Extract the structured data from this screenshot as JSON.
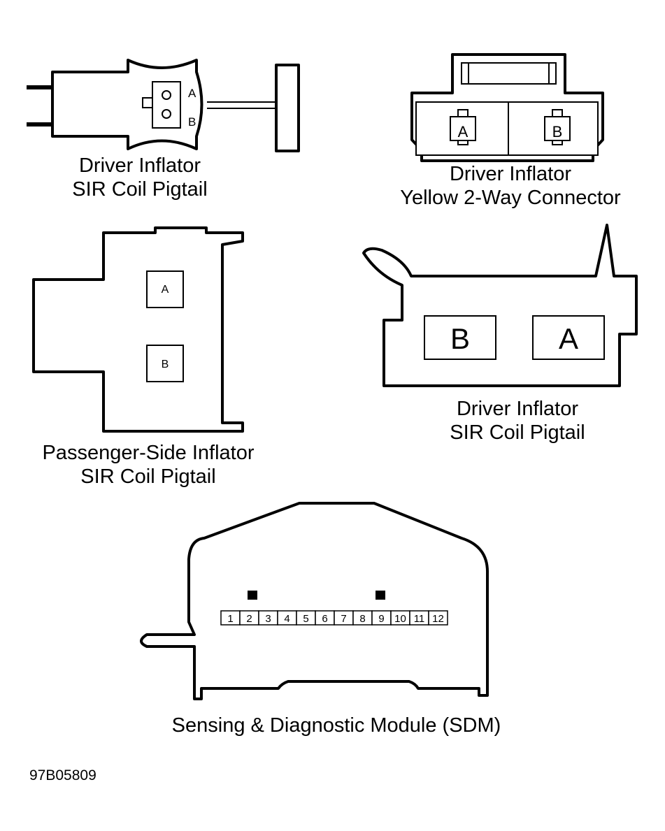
{
  "connectors": {
    "top_left": {
      "line1": "Driver Inflator",
      "line2": "SIR Coil Pigtail",
      "pins": [
        "A",
        "B"
      ]
    },
    "top_right": {
      "line1": "Driver Inflator",
      "line2": "Yellow 2-Way Connector",
      "pins": [
        "A",
        "B"
      ]
    },
    "mid_left": {
      "line1": "Passenger-Side Inflator",
      "line2": "SIR Coil Pigtail",
      "pins": [
        "A",
        "B"
      ]
    },
    "mid_right": {
      "line1": "Driver Inflator",
      "line2": "SIR Coil Pigtail",
      "pins": [
        "B",
        "A"
      ]
    },
    "bottom": {
      "line1": "Sensing & Diagnostic Module (SDM)",
      "pins": [
        "1",
        "2",
        "3",
        "4",
        "5",
        "6",
        "7",
        "8",
        "9",
        "10",
        "11",
        "12"
      ]
    }
  },
  "figure_id": "97B05809"
}
